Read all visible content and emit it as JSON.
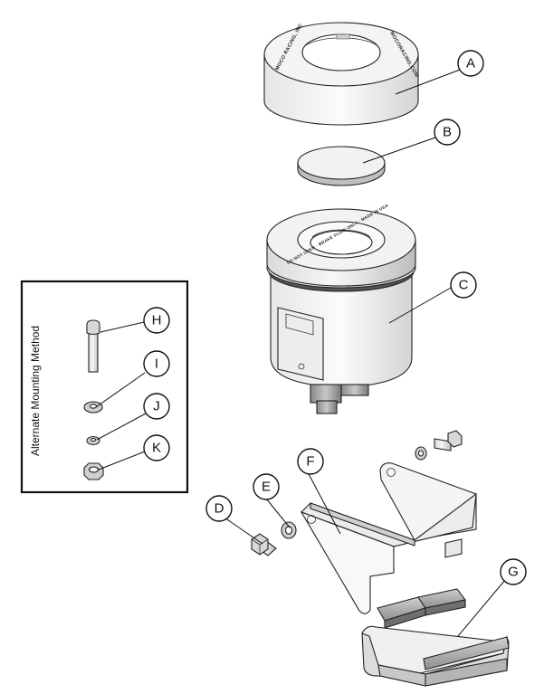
{
  "panel": {
    "title": "Alternate Mounting Method"
  },
  "callouts": {
    "A": "A",
    "B": "B",
    "C": "C",
    "D": "D",
    "E": "E",
    "F": "F",
    "G": "G",
    "H": "H",
    "I": "I",
    "J": "J",
    "K": "K"
  },
  "cap_text": {
    "left": "MOCO RACING, INC",
    "right": "MOCORACING.COM"
  },
  "reservoir_text": "DO NOT OPEN · BRAKE FLUID ONLY · MADE IN USA"
}
